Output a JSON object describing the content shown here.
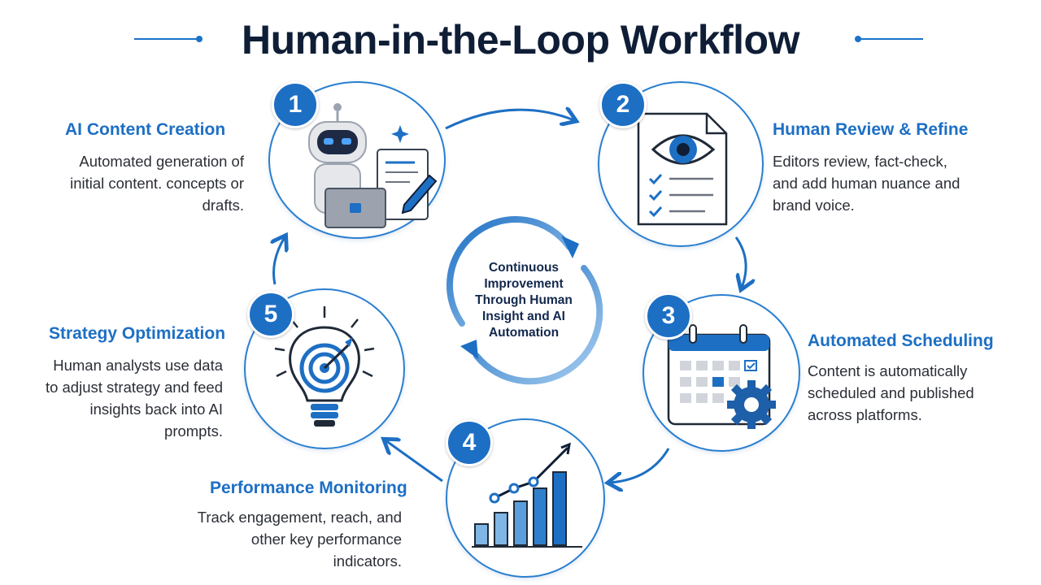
{
  "title": "Human-in-the-Loop Workflow",
  "center_text": "Continuous Improvement Through Human Insight and AI Automation",
  "colors": {
    "accent": "#1d6fc4",
    "title": "#0f1e36",
    "light_blue": "#7fb6e6"
  },
  "steps": [
    {
      "number": "1",
      "title": "AI Content Creation",
      "description": "Automated generation of initial content. concepts or drafts.",
      "icon": "robot-laptop-icon"
    },
    {
      "number": "2",
      "title": "Human Review & Refine",
      "description": "Editors review, fact-check, and add human nuance and brand voice.",
      "icon": "document-eye-icon"
    },
    {
      "number": "3",
      "title": "Automated Scheduling",
      "description": "Content is automatically scheduled and published across platforms.",
      "icon": "calendar-gear-icon"
    },
    {
      "number": "4",
      "title": "Performance Monitoring",
      "description": "Track engagement, reach, and other key performance indicators.",
      "icon": "bar-chart-icon"
    },
    {
      "number": "5",
      "title": "Strategy Optimization",
      "description": "Human analysts use data to adjust strategy and feed insights back into AI prompts.",
      "icon": "lightbulb-target-icon"
    }
  ]
}
